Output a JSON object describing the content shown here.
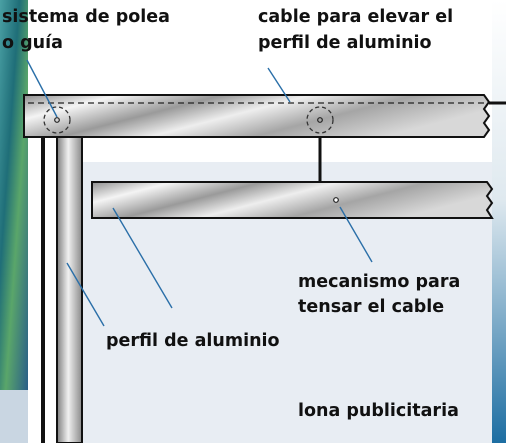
{
  "labels": {
    "pulley": [
      "sistema de polea",
      "o guía"
    ],
    "cable": [
      "cable para elevar el",
      "perfil de aluminio"
    ],
    "tensioner": [
      "mecanismo para",
      "tensar el cable"
    ],
    "profile": "perfil de aluminio",
    "banner": "lona publicitaria"
  },
  "colors": {
    "banner": "#e8edf3",
    "photo_left": "#2f8a8c",
    "photo_right": "#1f6f9c",
    "leader": "#2a6fa8",
    "line": "#111111"
  }
}
